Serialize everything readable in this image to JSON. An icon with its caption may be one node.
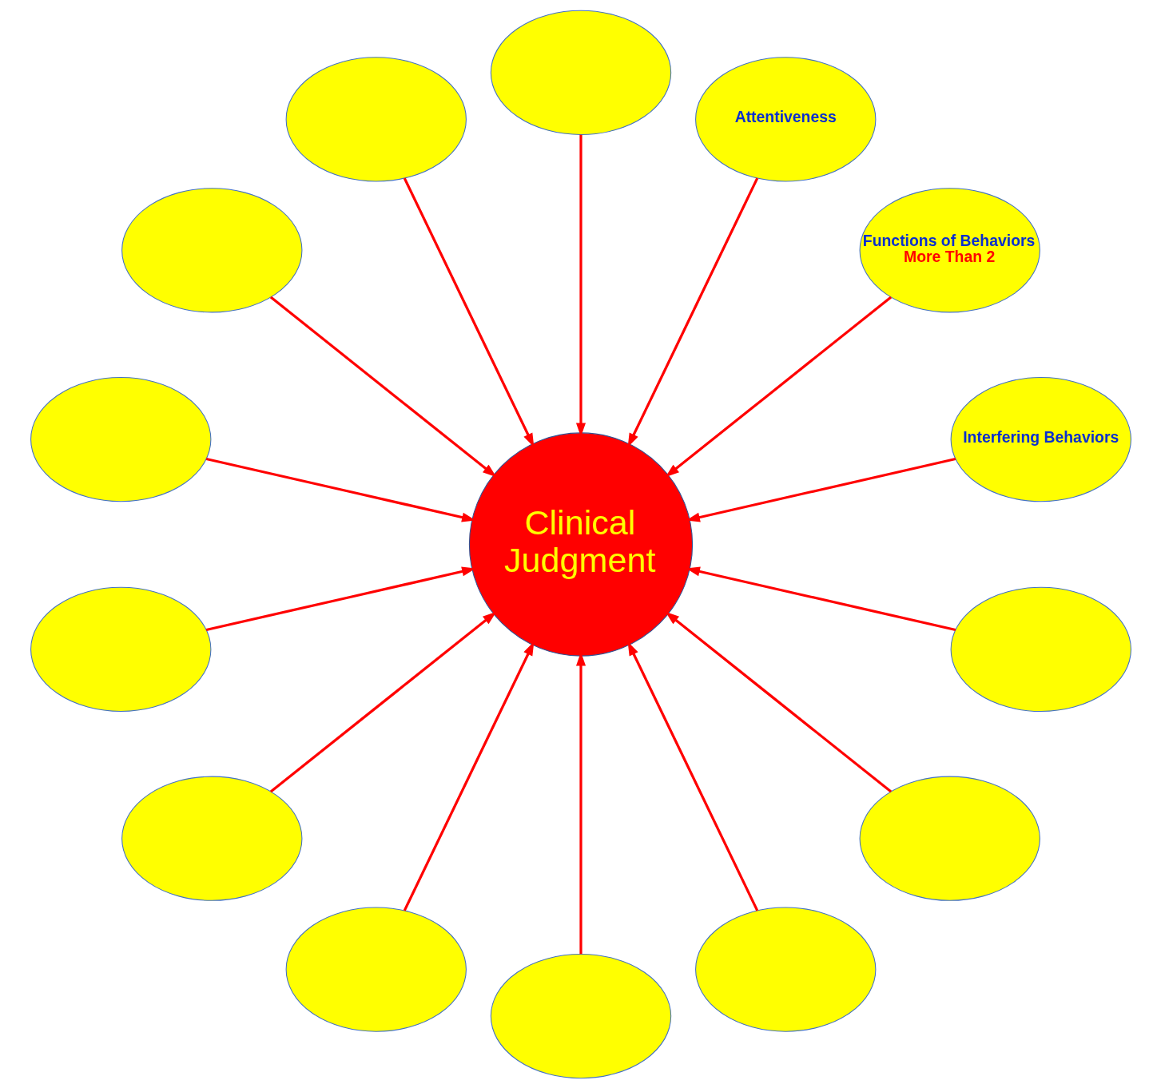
{
  "diagram": {
    "nodes": [
      {
        "text": [
          "Clinical Judgment"
        ]
      },
      {
        "text": [
          "Interfering Behaviors"
        ]
      },
      {
        "text": [
          "Functions of Behaviors",
          "More Than 2"
        ]
      },
      {
        "text": [
          "Attentiveness"
        ]
      },
      {
        "text": [],
        "shape": "ellipse"
      },
      {
        "text": [],
        "shape": "ellipse"
      },
      {
        "text": [],
        "shape": "ellipse"
      },
      {
        "text": [],
        "shape": "ellipse"
      },
      {
        "text": [],
        "shape": "ellipse"
      },
      {
        "text": [],
        "shape": "ellipse"
      },
      {
        "text": [],
        "shape": "ellipse"
      },
      {
        "text": [],
        "shape": "ellipse"
      },
      {
        "text": [],
        "shape": "ellipse"
      },
      {
        "text": [],
        "shape": "ellipse"
      },
      {
        "text": [],
        "shape": "ellipse"
      }
    ],
    "edges": [
      {
        "from": 1,
        "to": 0,
        "arrow": "to"
      },
      {
        "from": 2,
        "to": 0,
        "arrow": "to"
      },
      {
        "from": 3,
        "to": 0,
        "arrow": "to"
      },
      {
        "from": 4,
        "to": 0,
        "arrow": "to"
      },
      {
        "from": 5,
        "to": 0,
        "arrow": "to"
      },
      {
        "from": 6,
        "to": 0,
        "arrow": "to"
      },
      {
        "from": 7,
        "to": 0,
        "arrow": "to"
      },
      {
        "from": 8,
        "to": 0,
        "arrow": "to"
      },
      {
        "from": 9,
        "to": 0,
        "arrow": "to"
      },
      {
        "from": 10,
        "to": 0,
        "arrow": "to"
      },
      {
        "from": 11,
        "to": 0,
        "arrow": "to"
      },
      {
        "from": 12,
        "to": 0,
        "arrow": "to"
      },
      {
        "from": 13,
        "to": 0,
        "arrow": "to"
      },
      {
        "from": 14,
        "to": 0,
        "arrow": "to"
      }
    ]
  }
}
